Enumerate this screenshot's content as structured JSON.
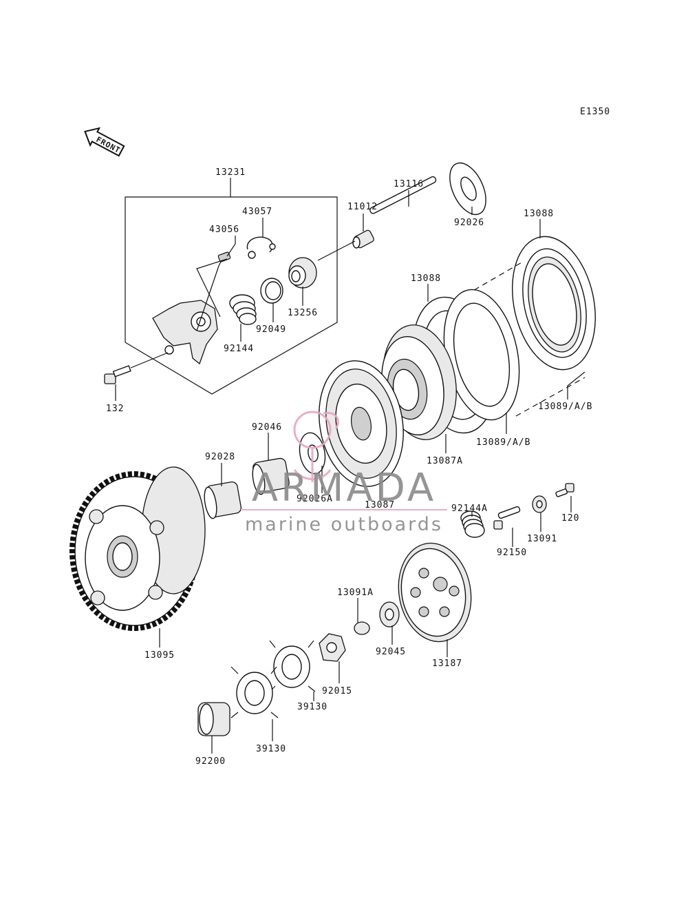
{
  "diagram_code": "E1350",
  "front_label": "FRONT",
  "watermark": {
    "brand": "ARMADA",
    "tagline": "marine outboards",
    "accent_color": "#e8a6c1",
    "text_color": "#8a8a8a"
  },
  "parts": {
    "p13231": "13231",
    "p43057": "43057",
    "p43056": "43056",
    "p11012": "11012",
    "p13116": "13116",
    "p92026": "92026",
    "p13088_right": "13088",
    "p13088_mid": "13088",
    "p13256": "13256",
    "p92049": "92049",
    "p92144": "92144",
    "p132": "132",
    "p13089_right": "13089/A/B",
    "p13089_mid": "13089/A/B",
    "p13087A": "13087A",
    "p92046": "92046",
    "p92028": "92028",
    "p92026A": "92026A",
    "p13087": "13087",
    "p92144A": "92144A",
    "p120": "120",
    "p13091": "13091",
    "p92150": "92150",
    "p13091A": "13091A",
    "p92045": "92045",
    "p13187": "13187",
    "p13095": "13095",
    "p92015": "92015",
    "p39130_top": "39130",
    "p39130_bottom": "39130",
    "p92200": "92200"
  }
}
